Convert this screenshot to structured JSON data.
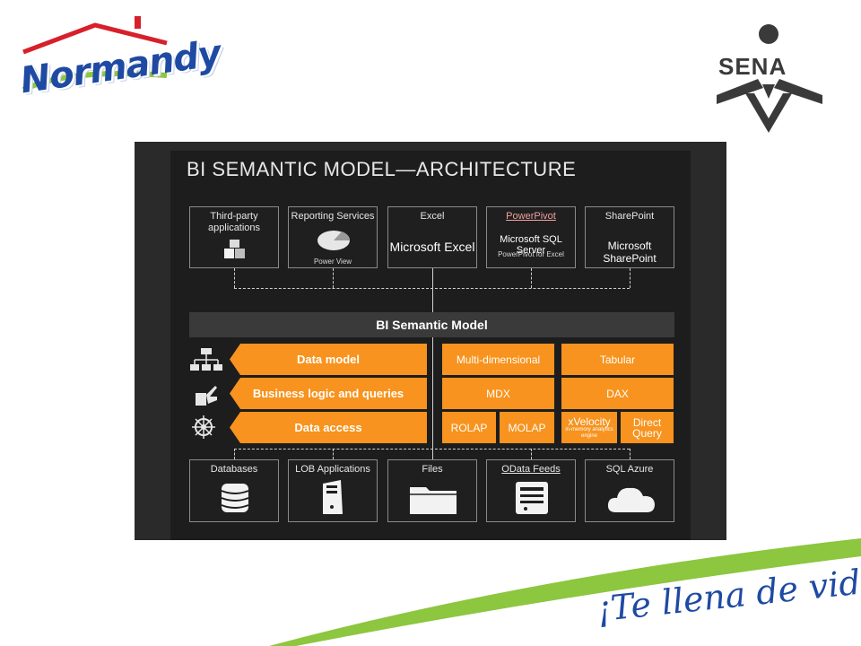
{
  "logos": {
    "normandy": "Normandy",
    "sena": "SENA"
  },
  "slogan": "¡Te llena de vida!",
  "colors": {
    "orange": "#f7931e",
    "green_swoosh": "#8dc63f",
    "blue": "#1f4aa3",
    "dark": "#1d1d1d"
  },
  "diagram": {
    "title": "BI SEMANTIC MODEL—ARCHITECTURE",
    "clients": [
      {
        "label": "Third-party applications",
        "icon": "cubes-icon",
        "caption": ""
      },
      {
        "label": "Reporting Services",
        "icon": "pie-chart-icon",
        "caption": "Power View"
      },
      {
        "label": "Excel",
        "icon": "excel-logo",
        "caption": "Microsoft Excel"
      },
      {
        "label": "PowerPivot",
        "icon": "sql-server-logo",
        "caption": "Microsoft SQL Server",
        "caption2": "PowerPivot for Excel"
      },
      {
        "label": "SharePoint",
        "icon": "sharepoint-logo",
        "caption": "Microsoft SharePoint"
      }
    ],
    "model_label": "BI Semantic Model",
    "layers": [
      {
        "label": "Data model",
        "icon": "hierarchy-icon"
      },
      {
        "label": "Business logic and queries",
        "icon": "hand-pointer-icon"
      },
      {
        "label": "Data access",
        "icon": "wheel-icon"
      }
    ],
    "grid": {
      "multidim": "Multi-dimensional",
      "tabular": "Tabular",
      "mdx": "MDX",
      "dax": "DAX",
      "rolap": "ROLAP",
      "molap": "MOLAP",
      "xvelocity": "xVelocity",
      "xvelocity_sub": "in-memory analytics engine",
      "direct_query": "Direct Query"
    },
    "sources": [
      {
        "label": "Databases",
        "icon": "database-icon"
      },
      {
        "label": "LOB Applications",
        "icon": "server-icon"
      },
      {
        "label": "Files",
        "icon": "folder-icon"
      },
      {
        "label": "OData Feeds",
        "icon": "feed-icon"
      },
      {
        "label": "SQL Azure",
        "icon": "cloud-icon"
      }
    ]
  }
}
